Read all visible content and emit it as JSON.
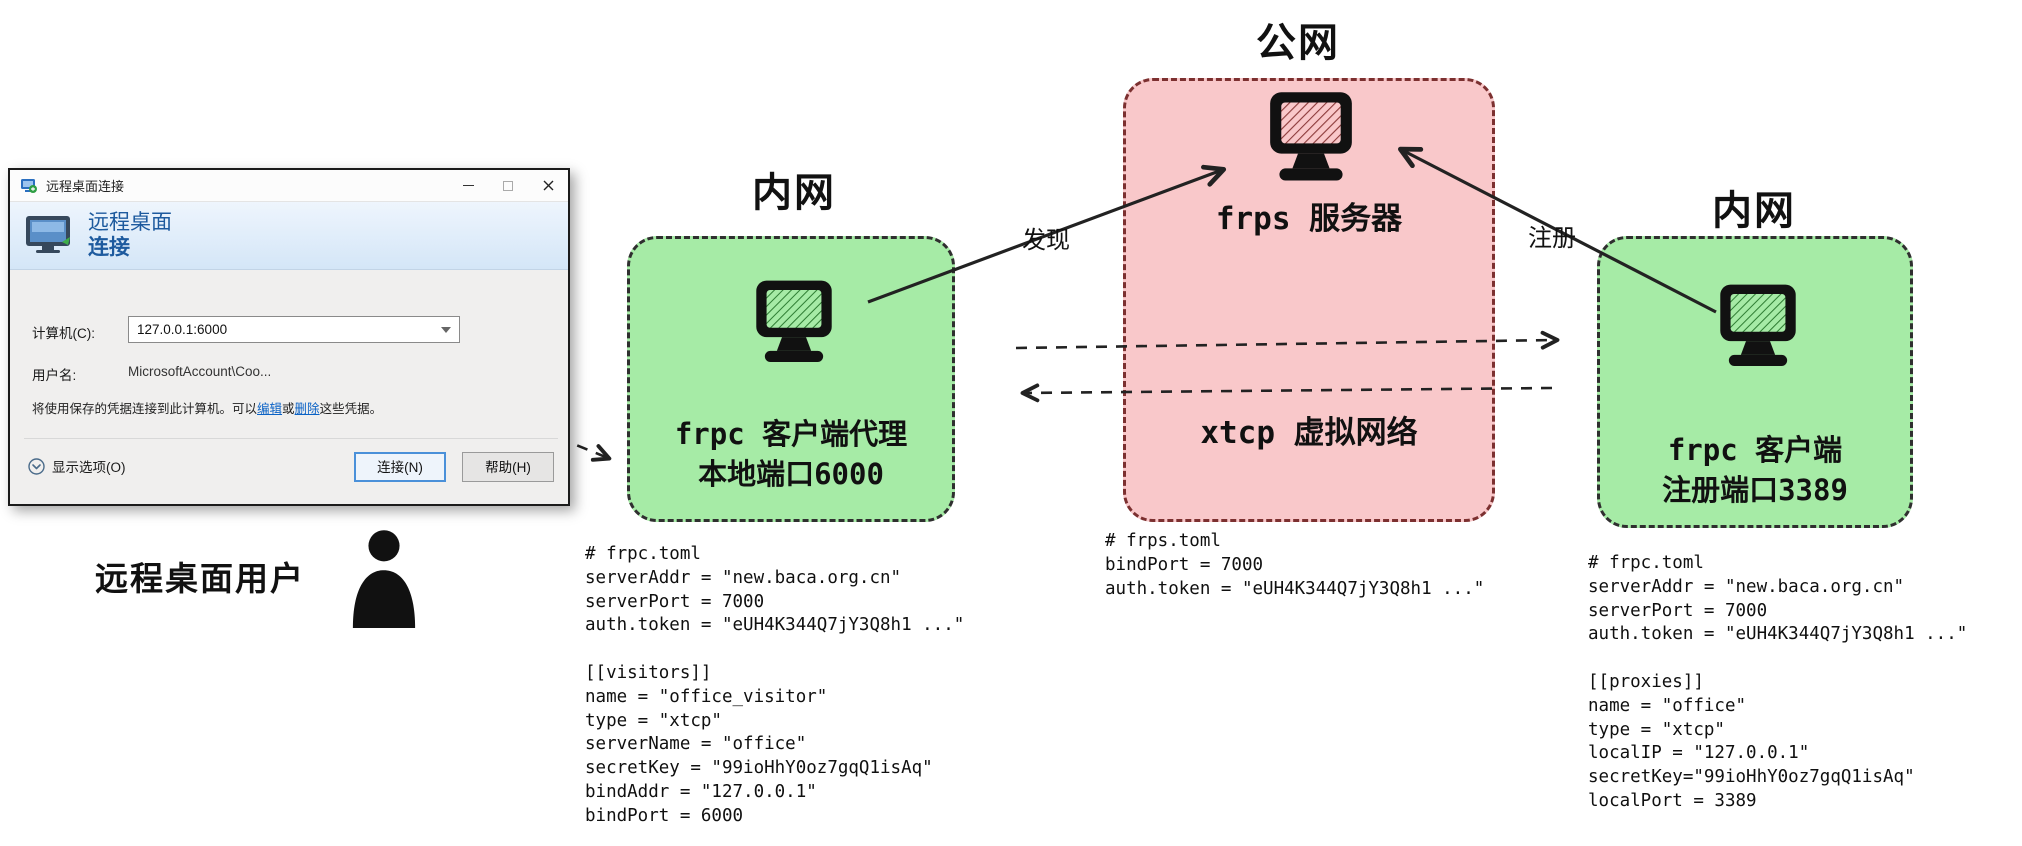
{
  "zones": {
    "public_label": "公网",
    "left_intranet_label": "内网",
    "right_intranet_label": "内网"
  },
  "nodes": {
    "frps_caption": "frps 服务器",
    "xtcp_caption": "xtcp 虚拟网络",
    "frpc_left_line1": "frpc 客户端代理",
    "frpc_left_line2": "本地端口6000",
    "frpc_right_line1": "frpc 客户端",
    "frpc_right_line2": "注册端口3389"
  },
  "arrows": {
    "discover_label": "发现",
    "register_label": "注册"
  },
  "user": {
    "label": "远程桌面用户"
  },
  "rdp_dialog": {
    "title": "远程桌面连接",
    "header_line1": "远程桌面",
    "header_line2": "连接",
    "computer_label": "计算机(C):",
    "computer_value": "127.0.0.1:6000",
    "username_label": "用户名:",
    "username_value": "MicrosoftAccount\\Coo...",
    "cred_text_1": "将使用保存的凭据连接到此计算机。可以",
    "cred_link_edit": "编辑",
    "cred_text_2": "或",
    "cred_link_delete": "删除",
    "cred_text_3": "这些凭据。",
    "show_options": "显示选项(O)",
    "connect_button": "连接(N)",
    "help_button": "帮助(H)"
  },
  "configs": {
    "left": "# frpc.toml\nserverAddr = \"new.baca.org.cn\"\nserverPort = 7000\nauth.token = \"eUH4K344Q7jY3Q8h1 ...\"\n\n[[visitors]]\nname = \"office_visitor\"\ntype = \"xtcp\"\nserverName = \"office\"\nsecretKey = \"99ioHhY0oz7gqQ1isAq\"\nbindAddr = \"127.0.0.1\"\nbindPort = 6000",
    "middle": "# frps.toml\nbindPort = 7000\nauth.token = \"eUH4K344Q7jY3Q8h1 ...\"",
    "right": "# frpc.toml\nserverAddr = \"new.baca.org.cn\"\nserverPort = 7000\nauth.token = \"eUH4K344Q7jY3Q8h1 ...\"\n\n[[proxies]]\nname = \"office\"\ntype = \"xtcp\"\nlocalIP = \"127.0.0.1\"\nsecretKey=\"99ioHhY0oz7gqQ1isAq\"\nlocalPort = 3389"
  },
  "colors": {
    "intranet_fill": "#a6eba6",
    "public_fill": "#f9c8ca",
    "arrow": "#222222",
    "link_blue": "#0b62c5",
    "rdp_header_blue": "#1d5a9e"
  }
}
